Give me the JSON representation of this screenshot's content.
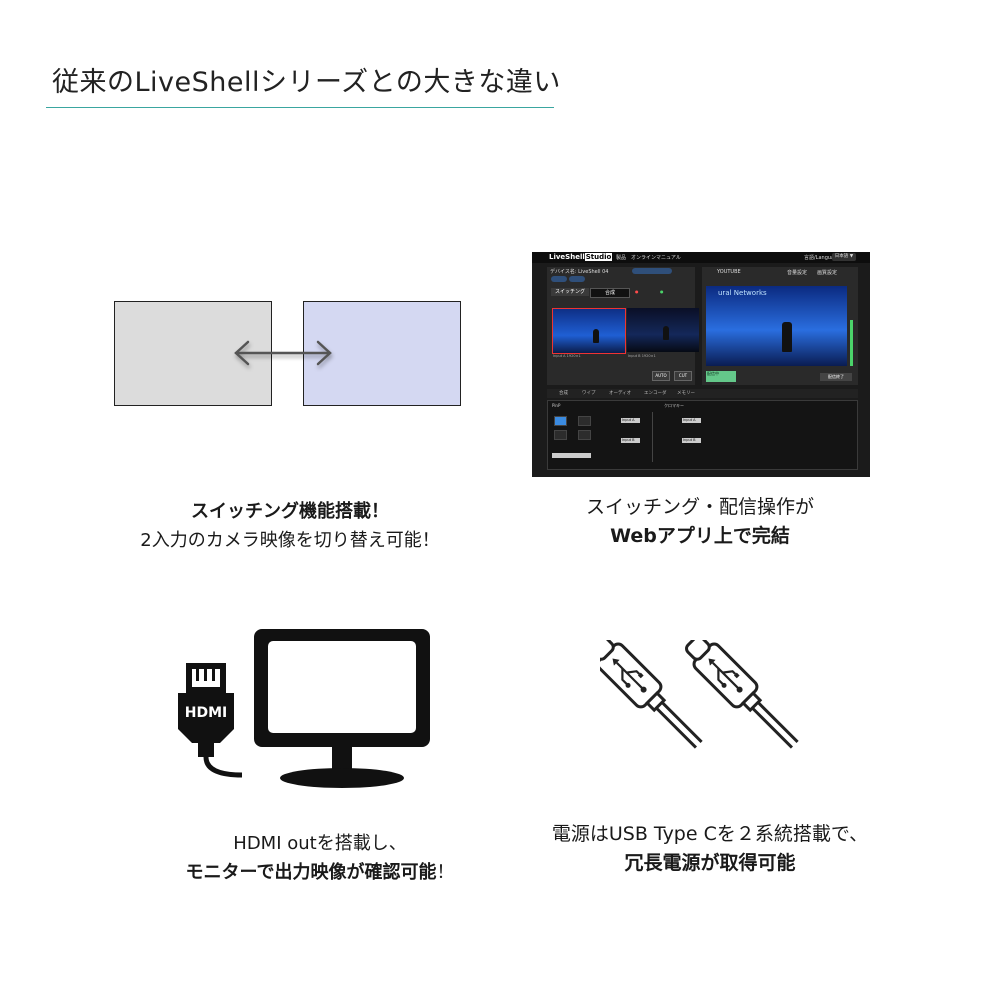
{
  "header": {
    "title": "従来のLiveShellシリーズとの大きな違い"
  },
  "features": [
    {
      "bold_line": "スイッチング機能搭載！",
      "normal_line": "2入力のカメラ映像を切り替え可能！"
    },
    {
      "normal_line": "スイッチング・配信操作が",
      "bold_line": "Webアプリ上で完結"
    },
    {
      "normal_line": "HDMI outを搭載し、",
      "bold_line": "モニターで出力映像が確認可能",
      "bold_suffix": "！"
    },
    {
      "normal_line": "電源はUSB Type Cを２系統搭載で、",
      "bold_line": "冗長電源が取得可能"
    }
  ],
  "hdmi_label": "HDMI",
  "webapp": {
    "logo_text": "LiveShell",
    "logo_highlight": "Studio",
    "menu": "製品　オンラインマニュアル",
    "language": "言語/Language",
    "language_value": "日本語 ▼",
    "device_label": "デバイス名: LiveShell 04",
    "tab_switching": "スイッチング",
    "tab_composite": "合成",
    "input_a": "Input A 1920×1",
    "input_b": "Input B 1920×1",
    "channel": "YOUTUBE",
    "preview_label": "音量設定",
    "preview_label2": "画質設定",
    "overlay_text": "ural Networks",
    "auto": "AUTO",
    "cut": "CUT",
    "status_text": "配信中",
    "end_button": "配信終了",
    "bottom_tabs": [
      "合成",
      "ワイプ",
      "オーディオ",
      "エンコーダ",
      "メモリー"
    ],
    "pip_label": "PinP",
    "chroma_label": "クロマキー",
    "source_a": "Input A",
    "source_b": "Input B"
  },
  "colors": {
    "title_rule": "#3aa6a0",
    "cam_left": "#dcdcdc",
    "cam_right": "#d4d8f2"
  }
}
